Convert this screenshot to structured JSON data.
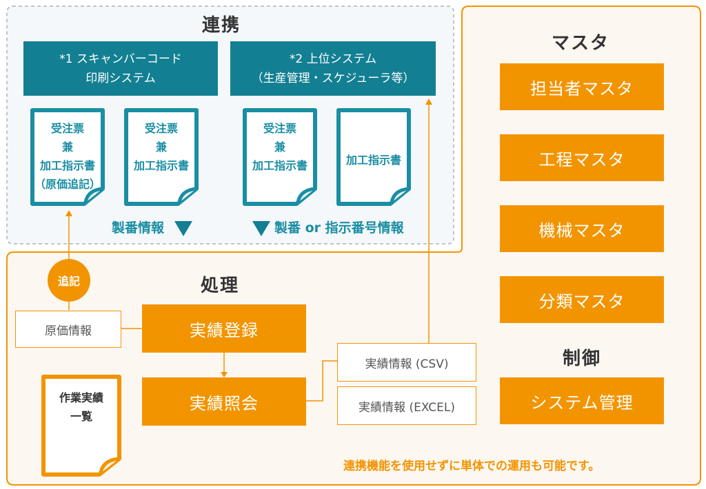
{
  "integration": {
    "title": "連携",
    "system1": {
      "line1": "*1 スキャンバーコード",
      "line2": "印刷システム"
    },
    "system2": {
      "line1": "*2 上位システム",
      "line2": "（生産管理・スケジューラ等）"
    },
    "docs": [
      {
        "lines": [
          "受注票",
          "兼",
          "加工指示書",
          "（原価追記）"
        ]
      },
      {
        "lines": [
          "受注票",
          "兼",
          "加工指示書"
        ]
      },
      {
        "lines": [
          "受注票",
          "兼",
          "加工指示書"
        ]
      },
      {
        "lines": [
          "加工指示書"
        ]
      }
    ],
    "label_left": "製番情報",
    "label_right": "製番 or 指示番号情報"
  },
  "processing": {
    "title": "処理",
    "append_label": "追記",
    "cost_info": "原価情報",
    "register": "実績登録",
    "inquiry": "実績照会",
    "csv": "実績情報 (CSV)",
    "excel": "実績情報 (EXCEL)",
    "doc_lines": [
      "作業実績",
      "一覧"
    ],
    "note": "連携機能を使用せずに単体での運用も可能です。"
  },
  "master": {
    "title": "マスタ",
    "items": [
      "担当者マスタ",
      "工程マスタ",
      "機械マスタ",
      "分類マスタ"
    ]
  },
  "control": {
    "title": "制御",
    "item": "システム管理"
  },
  "colors": {
    "teal": "#137f92",
    "orange": "#f29400",
    "light_teal_bg": "#f4f8fa",
    "light_orange_bg": "#fdf7f2"
  }
}
